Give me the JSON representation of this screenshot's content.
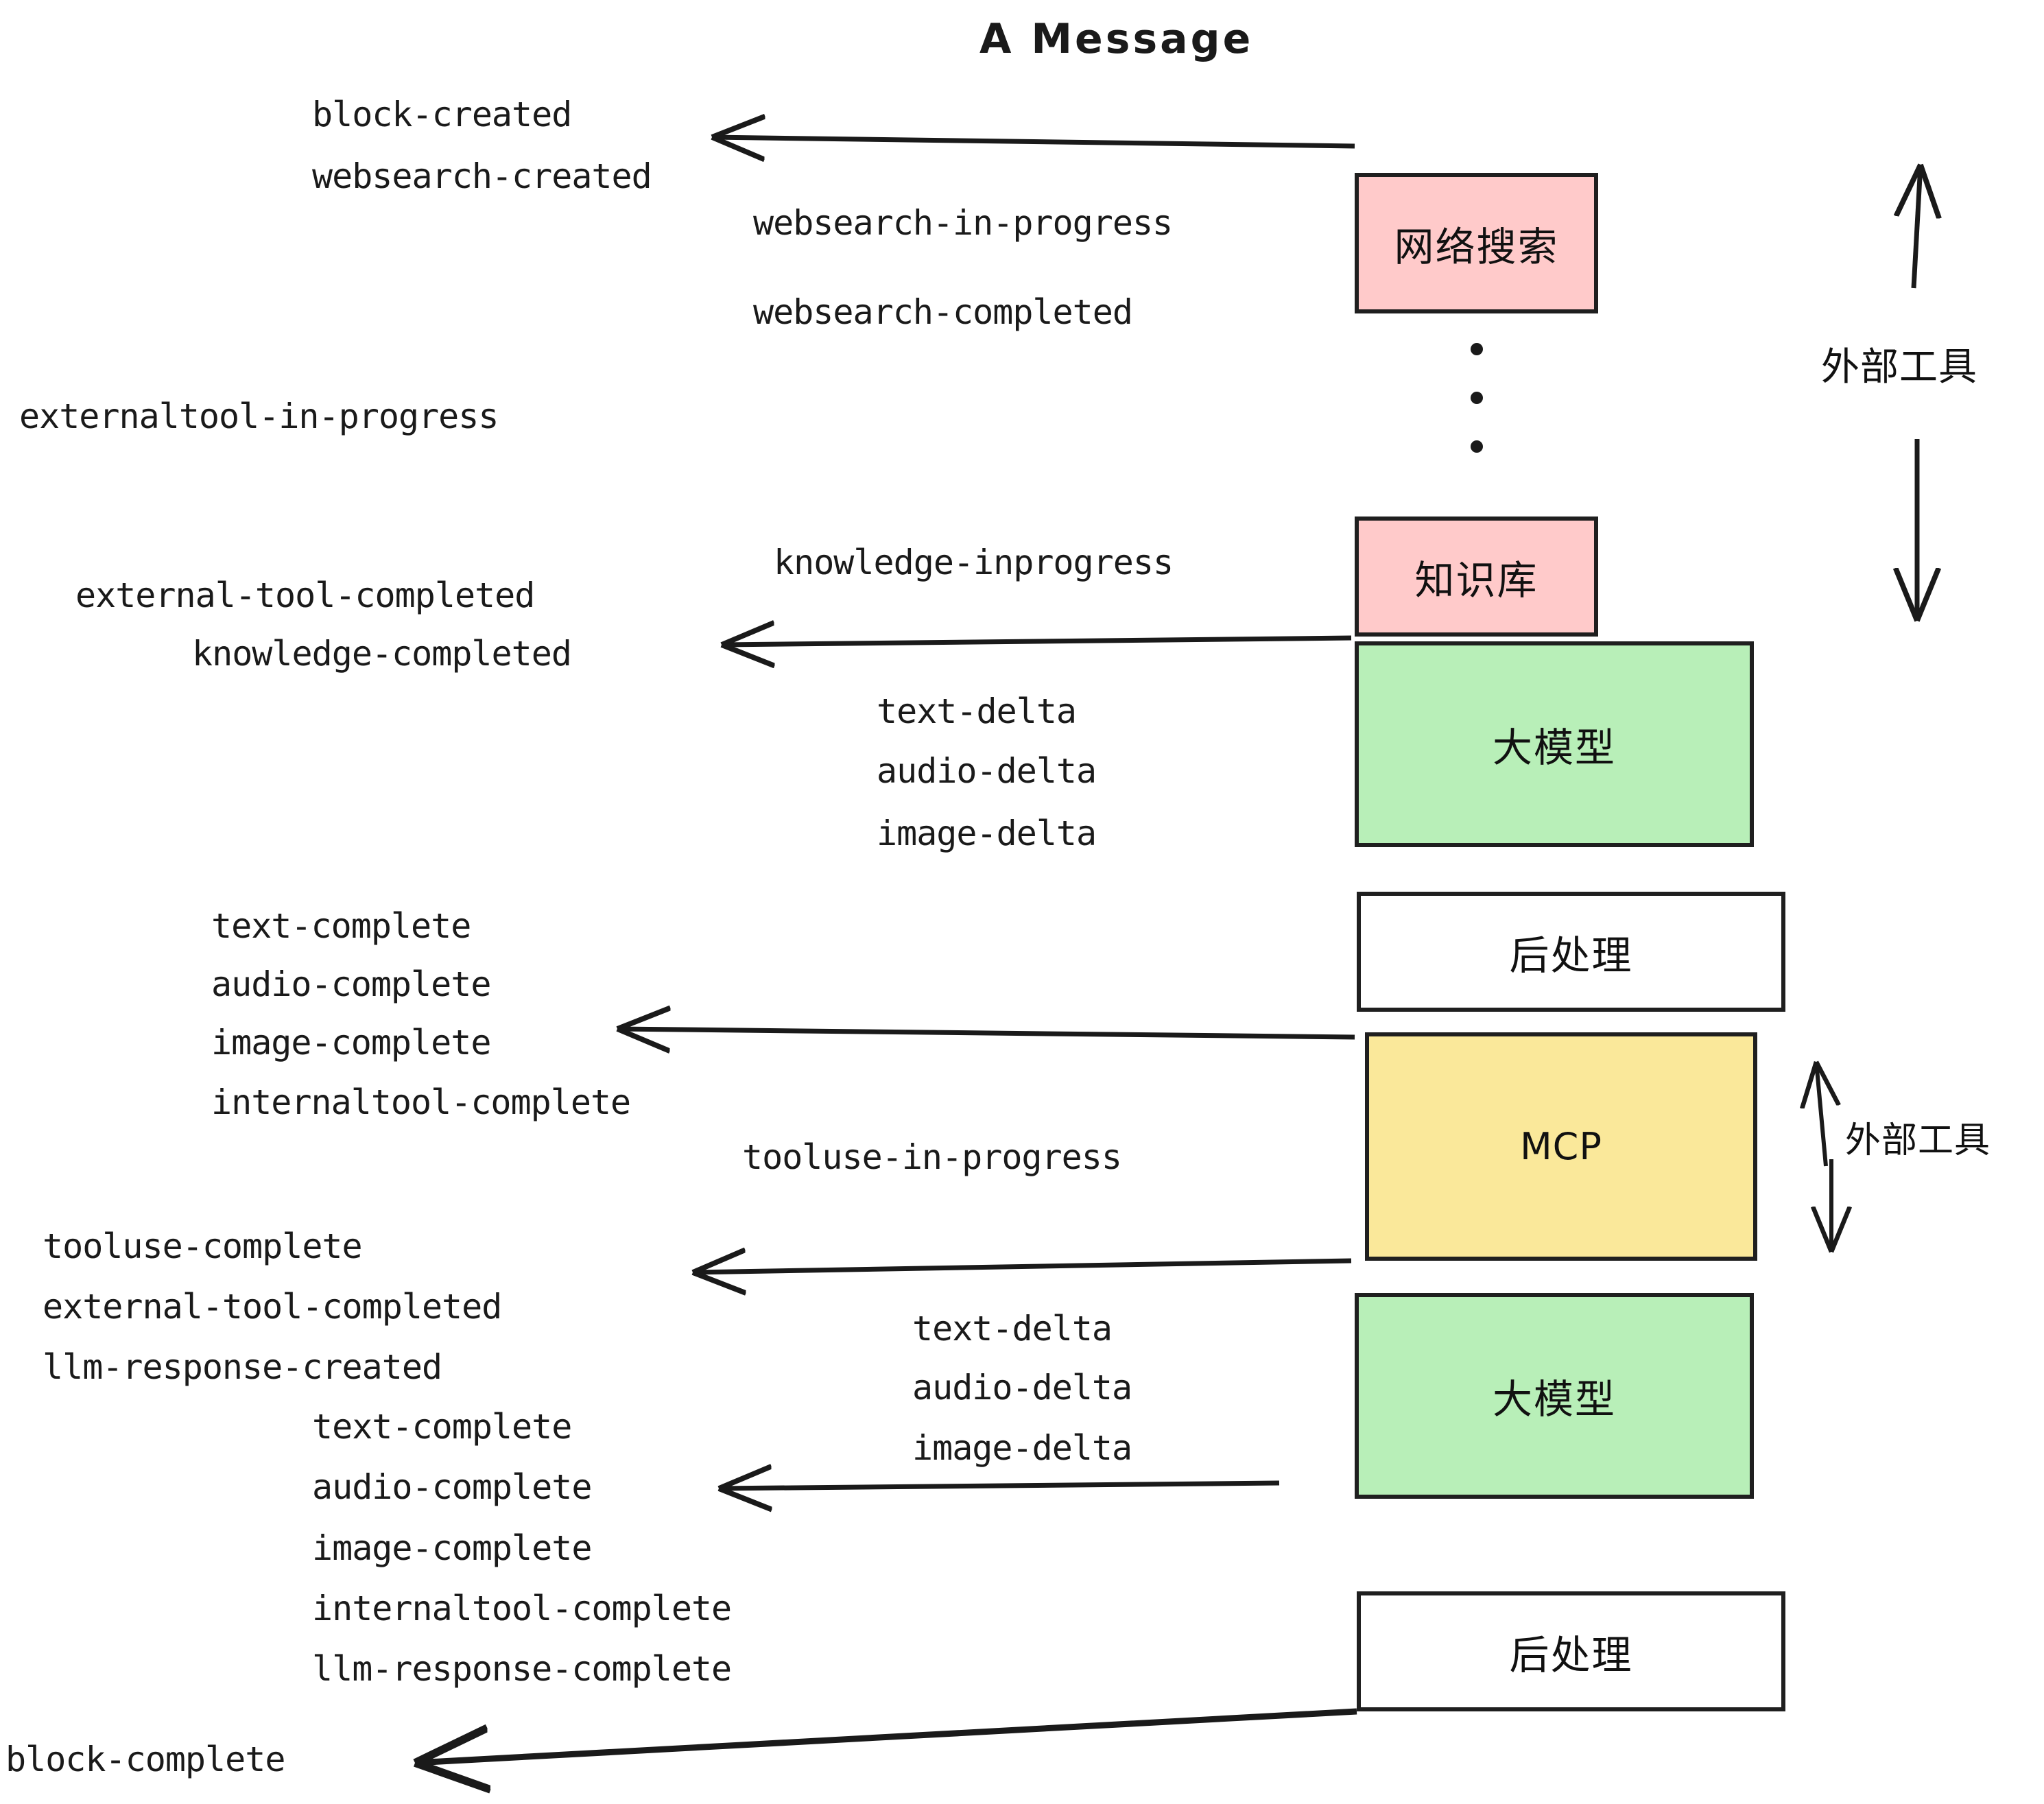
{
  "title": "A Message",
  "colors": {
    "pink": "#ffcaca",
    "green": "#b8efb8",
    "yellow": "#fae89a",
    "white": "#ffffff",
    "stroke": "#1f1f1f",
    "text": "#1a1a1a"
  },
  "boxes": {
    "websearch": "网络搜索",
    "knowledge": "知识库",
    "llm_top": "大模型",
    "postprocess_top": "后处理",
    "mcp": "MCP",
    "llm_bottom": "大模型",
    "postprocess_bottom": "后处理"
  },
  "side_labels": {
    "external_tool_top": "外部工具",
    "external_tool_bottom": "外部工具"
  },
  "events": {
    "block_created": "block-created",
    "websearch_created": "websearch-created",
    "websearch_in_progress": "websearch-in-progress",
    "websearch_completed": "websearch-completed",
    "externaltool_in_progress": "externaltool-in-progress",
    "knowledge_inprogress": "knowledge-inprogress",
    "external_tool_completed_1": "external-tool-completed",
    "knowledge_completed": "knowledge-completed",
    "text_delta_1": "text-delta",
    "audio_delta_1": "audio-delta",
    "image_delta_1": "image-delta",
    "text_complete_1": "text-complete",
    "audio_complete_1": "audio-complete",
    "image_complete_1": "image-complete",
    "internaltool_complete_1": "internaltool-complete",
    "tooluse_in_progress": "tooluse-in-progress",
    "tooluse_complete": "tooluse-complete",
    "external_tool_completed_2": "external-tool-completed",
    "llm_response_created": "llm-response-created",
    "text_delta_2": "text-delta",
    "audio_delta_2": "audio-delta",
    "image_delta_2": "image-delta",
    "text_complete_2": "text-complete",
    "audio_complete_2": "audio-complete",
    "image_complete_2": "image-complete",
    "internaltool_complete_2": "internaltool-complete",
    "llm_response_complete": "llm-response-complete",
    "block_complete": "block-complete"
  }
}
